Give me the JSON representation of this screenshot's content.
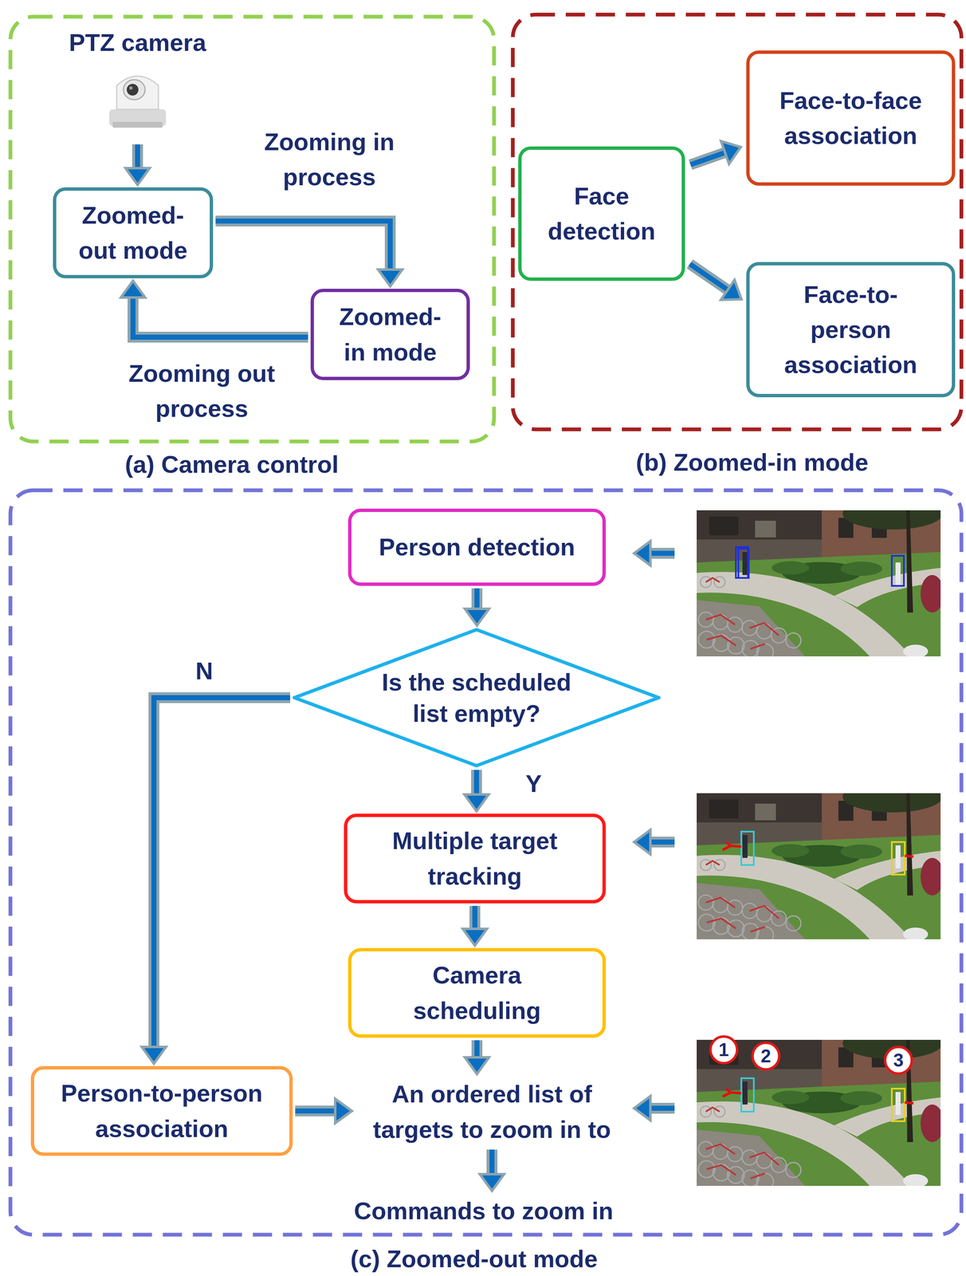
{
  "diagram": {
    "nodes": [
      {
        "text": [
          "(a) Camera control"
        ]
      },
      {
        "text": [
          "PTZ camera"
        ],
        "in": 0
      },
      {
        "text": [
          "Zoomed-out mode"
        ],
        "in": 0
      },
      {
        "text": [
          "Zoomed-in mode"
        ],
        "in": 0
      },
      {
        "text": [
          "(b) Zoomed-in mode"
        ]
      },
      {
        "text": [
          "Face detection"
        ],
        "in": 4
      },
      {
        "text": [
          "Face-to-face association"
        ],
        "in": 4
      },
      {
        "text": [
          "Face-to-person association"
        ],
        "in": 4
      },
      {
        "text": [
          "(c) Zoomed-out mode"
        ]
      },
      {
        "text": [
          "Person detection"
        ],
        "in": 8
      },
      {
        "text": [
          "Is the scheduled list empty?"
        ],
        "in": 8
      },
      {
        "text": [
          "Multiple target tracking"
        ],
        "in": 8
      },
      {
        "text": [
          "Camera scheduling"
        ],
        "in": 8
      },
      {
        "text": [
          "Person-to-person association"
        ],
        "in": 8
      },
      {
        "text": [
          "An ordered list of targets to zoom in to"
        ],
        "in": 8
      },
      {
        "text": [
          "Commands to zoom in"
        ],
        "in": 8
      }
    ],
    "edges": [
      {
        "from": 1,
        "to": 2,
        "arrow": "to"
      },
      {
        "from": 2,
        "to": 3,
        "label": "Zooming in process",
        "arrow": "to"
      },
      {
        "from": 3,
        "to": 2,
        "label": "Zooming out process",
        "arrow": "to"
      },
      {
        "from": 5,
        "to": 6,
        "arrow": "to"
      },
      {
        "from": 5,
        "to": 7,
        "arrow": "to"
      },
      {
        "from": 9,
        "to": 10,
        "arrow": "to"
      },
      {
        "from": 10,
        "to": 11,
        "label": "Y",
        "arrow": "to"
      },
      {
        "from": 10,
        "to": 13,
        "label": "N",
        "arrow": "to"
      },
      {
        "from": 11,
        "to": 12,
        "arrow": "to"
      },
      {
        "from": 12,
        "to": 14,
        "arrow": "to"
      },
      {
        "from": 13,
        "to": 14,
        "arrow": "to"
      },
      {
        "from": 14,
        "to": 15,
        "arrow": "to"
      }
    ],
    "labels": [
      "1",
      "2",
      "3"
    ]
  }
}
